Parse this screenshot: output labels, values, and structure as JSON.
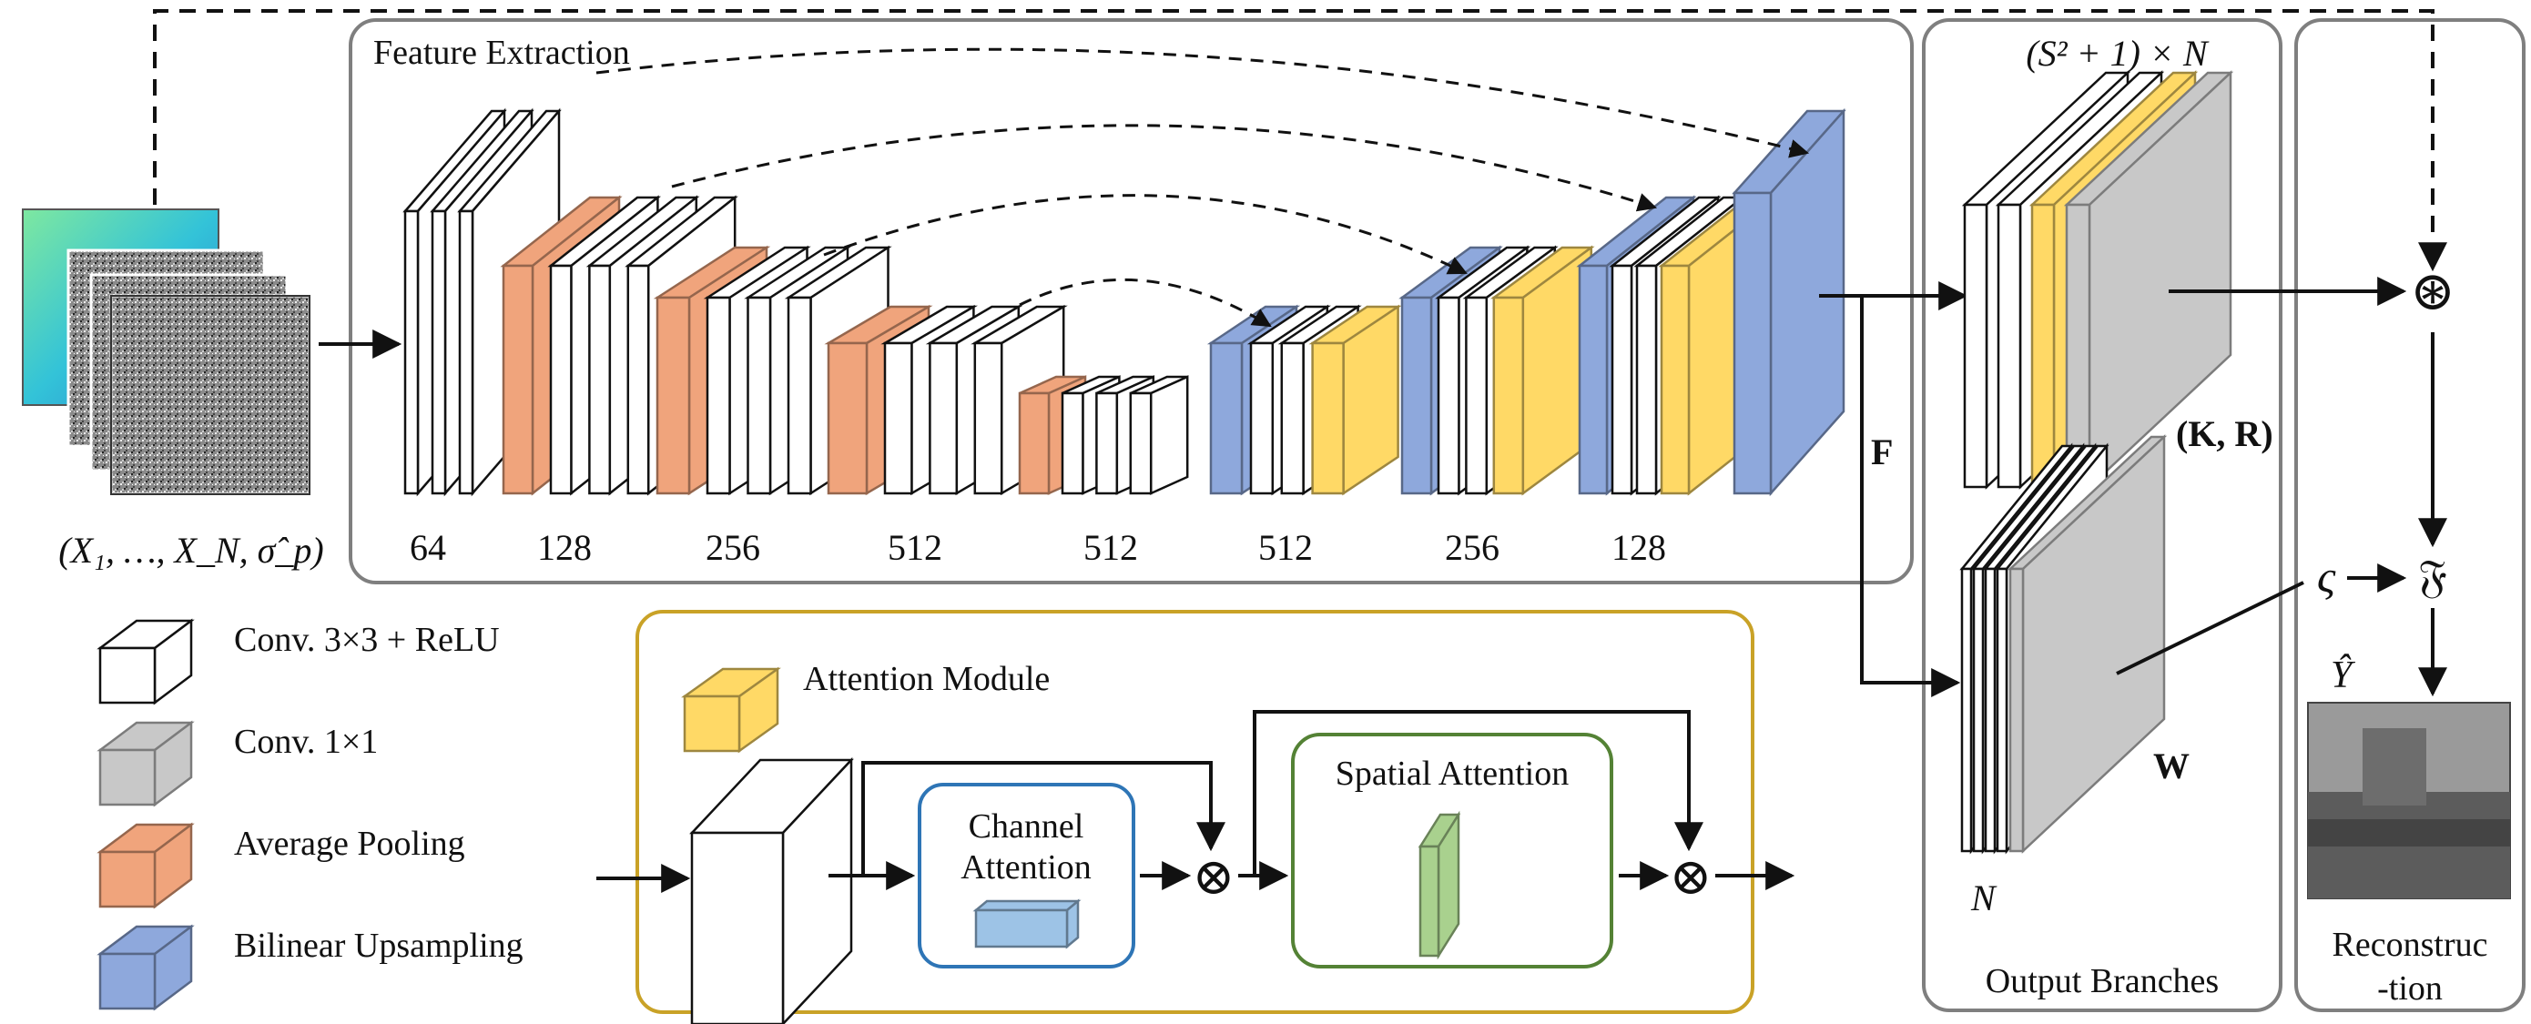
{
  "feature_extraction": {
    "title": "Feature Extraction",
    "channel_labels": [
      "64",
      "128",
      "256",
      "512",
      "512",
      "512",
      "256",
      "128"
    ]
  },
  "input": {
    "label": "(X₁, …, X_N, σ̂_p)"
  },
  "output_branches": {
    "title": "Output Branches",
    "top_dim": "(S² + 1) × N",
    "kr_label": "(K, R)",
    "w_label": "W",
    "n_label": "N",
    "f_label": "F"
  },
  "reconstruction": {
    "title_line1": "Reconstruc",
    "title_line2": "-tion",
    "conv_op": "⊛",
    "zeta": "ς",
    "frak": "𝔉",
    "y_hat": "Ŷ"
  },
  "legend": {
    "items": [
      {
        "label": "Conv. 3×3 + ReLU",
        "color": "#ffffff"
      },
      {
        "label": "Conv. 1×1",
        "color": "#c8c8c8"
      },
      {
        "label": "Average Pooling",
        "color": "#f0a47c"
      },
      {
        "label": "Bilinear Upsampling",
        "color": "#8ea8dc"
      }
    ]
  },
  "attention": {
    "title": "Attention Module",
    "channel_line1": "Channel",
    "channel_line2": "Attention",
    "spatial": "Spatial Attention",
    "mult": "⊗"
  },
  "colors": {
    "white_block": "#ffffff",
    "gray_block": "#c8c8c8",
    "orange_block": "#f0a47c",
    "blue_block": "#8ea8dc",
    "yellow_block": "#ffd966",
    "attention_border": "#c9a227",
    "channel_border": "#2e75b6",
    "spatial_border": "#548235",
    "channel_block": "#9dc3e6",
    "spatial_block": "#a9d18e",
    "panel_border": "#7f7f7f"
  }
}
